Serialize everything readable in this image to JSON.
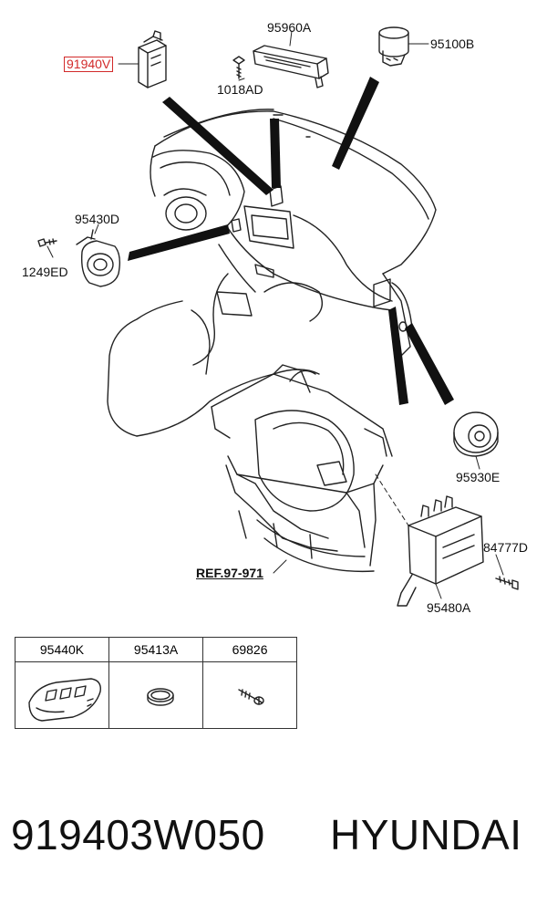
{
  "labels": {
    "highlighted_part": "91940V",
    "top_module": "95960A",
    "top_bolt": "1018AD",
    "top_switch": "95100B",
    "left_sensor": "95430D",
    "left_screw": "1249ED",
    "right_switch": "95930E",
    "right_bolt": "84777D",
    "right_module": "95480A",
    "reference": "REF.97-971"
  },
  "accessories": {
    "headers": [
      "95440K",
      "95413A",
      "69826"
    ],
    "icons": [
      "smart-key-fob",
      "coin-battery",
      "screw"
    ]
  },
  "caption": {
    "part_number": "919403W050",
    "brand": "HYUNDAI"
  },
  "colors": {
    "highlight": "#d22a2a",
    "line": "#222222",
    "background": "#ffffff"
  }
}
